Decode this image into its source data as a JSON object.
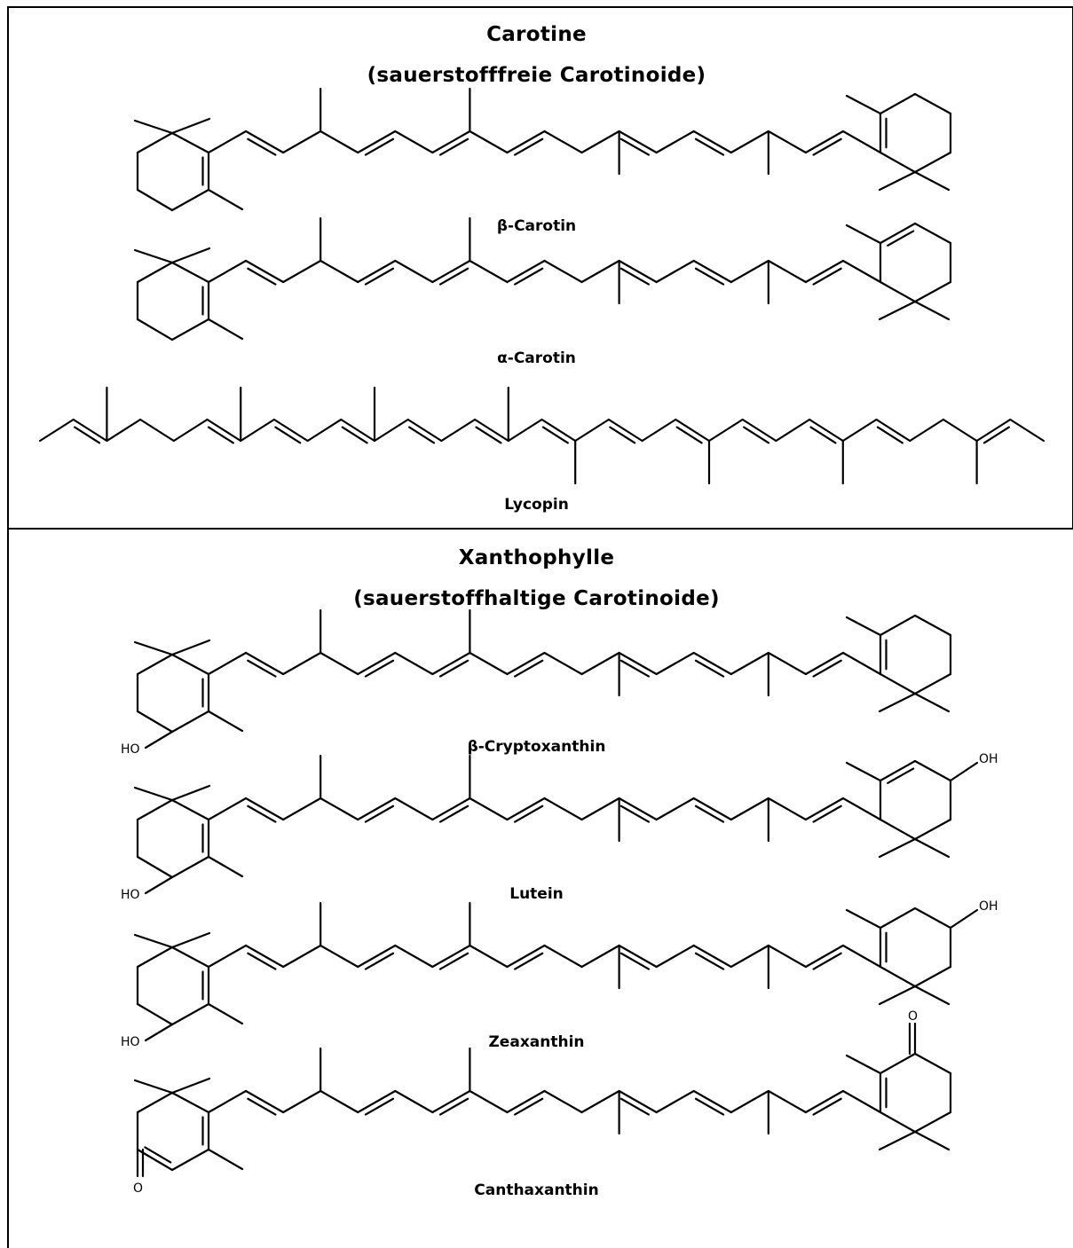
{
  "carotenes": {
    "title": "Carotine",
    "subtitle": "(sauerstofffreie Carotinoide)",
    "compounds": [
      "β-Carotin",
      "α-Carotin",
      "Lycopin"
    ]
  },
  "xanthophylls": {
    "title": "Xanthophylle",
    "subtitle": "(sauerstoffhaltige Carotinoide)",
    "compounds": [
      "β-Cryptoxanthin",
      "Lutein",
      "Zeaxanthin",
      "Canthaxanthin"
    ]
  },
  "atom_labels": {
    "hydroxyl": "HO",
    "hydroxyl_right": "OH",
    "oxygen": "O"
  }
}
